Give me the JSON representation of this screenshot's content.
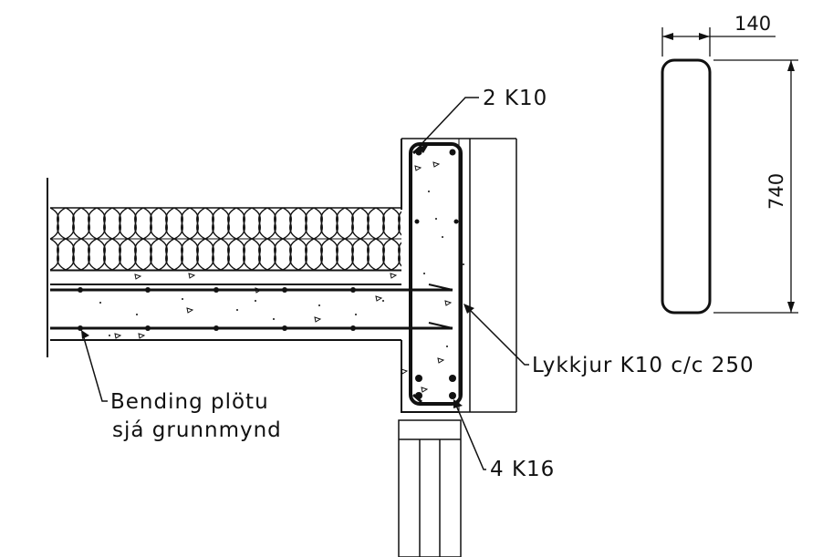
{
  "labels": {
    "top_bars": "2 K10",
    "stirrups": "Lykkjur K10 c/c 250",
    "bottom_bars": "4 K16",
    "slab_note_line1": "Bending plötu",
    "slab_note_line2": "sjá grunnmynd"
  },
  "dimensions": {
    "width": "140",
    "height": "740"
  },
  "colors": {
    "ink": "#111111",
    "background": "#ffffff"
  }
}
